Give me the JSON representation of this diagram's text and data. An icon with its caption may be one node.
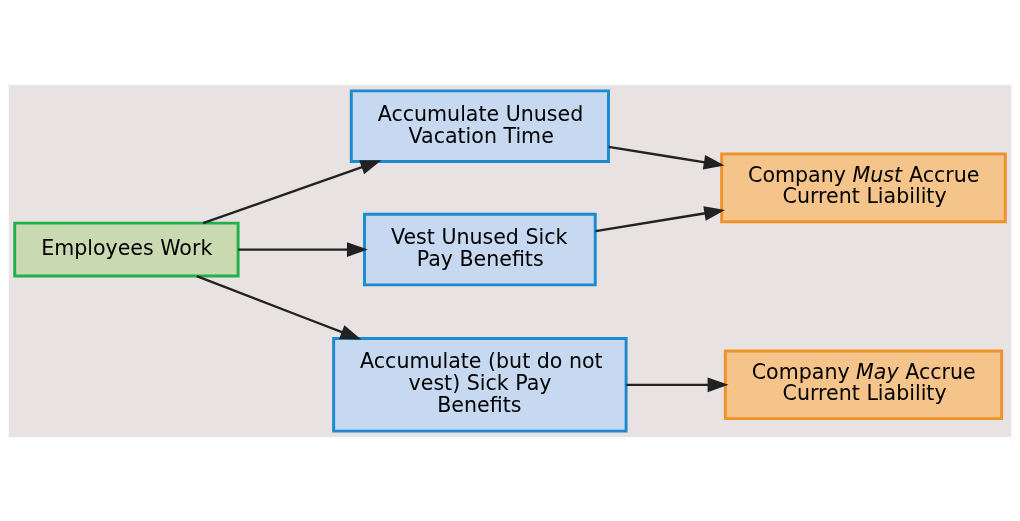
{
  "diagram": {
    "nodes": [
      {
        "text": [
          "Employees Work"
        ]
      },
      {
        "text": [
          "Accumulate Unused Vacation Time"
        ]
      },
      {
        "text": [
          "Vest Unused Sick Pay Benefits"
        ]
      },
      {
        "text": [
          "Accumulate (but do not vest) Sick Pay Benefits"
        ]
      },
      {
        "text": [
          "Company *Must* Accrue Current Liability"
        ]
      },
      {
        "text": [
          "Company *May* Accrue Current Liability"
        ]
      }
    ],
    "edges": [
      {
        "from": 0,
        "to": 1,
        "arrow": "to"
      },
      {
        "from": 0,
        "to": 2,
        "arrow": "to"
      },
      {
        "from": 0,
        "to": 3,
        "arrow": "to"
      },
      {
        "from": 1,
        "to": 4,
        "arrow": "to"
      },
      {
        "from": 2,
        "to": 4,
        "arrow": "to"
      },
      {
        "from": 3,
        "to": 5,
        "arrow": "to"
      }
    ]
  }
}
